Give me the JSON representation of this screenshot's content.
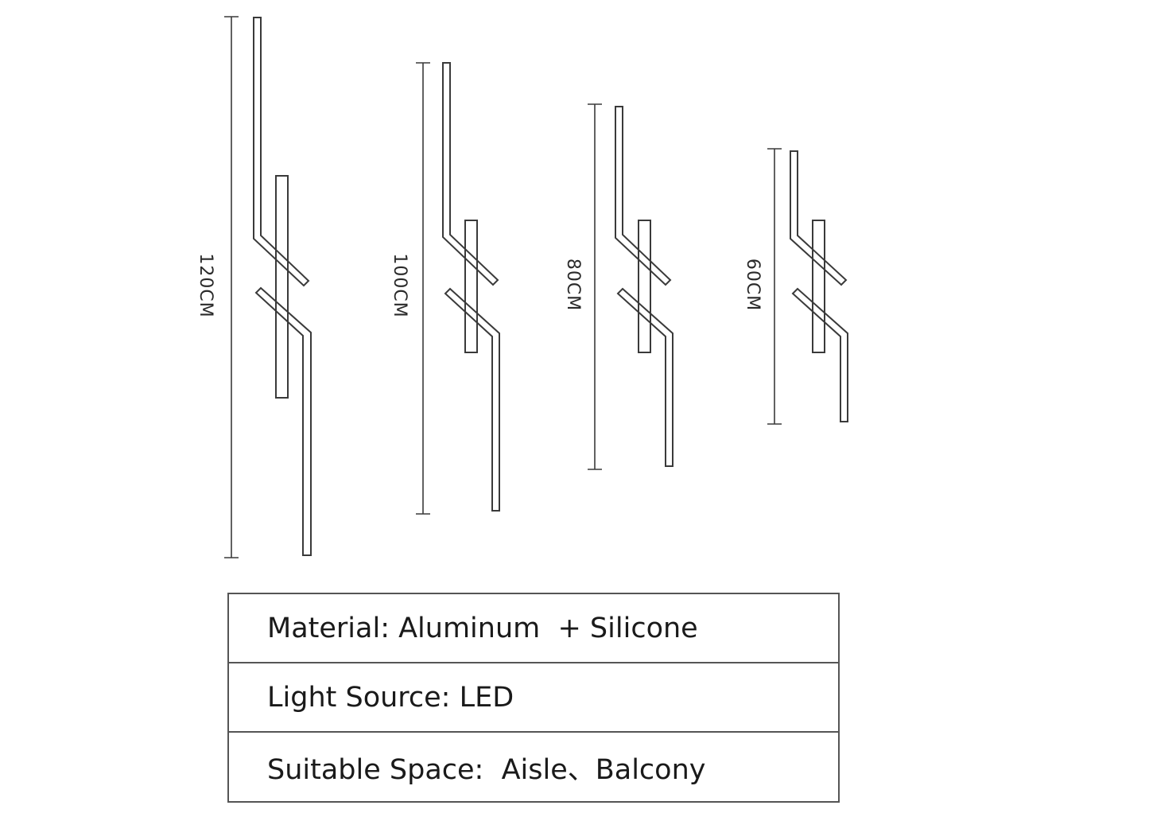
{
  "dimensions": [
    {
      "label": "120CM"
    },
    {
      "label": "100CM"
    },
    {
      "label": "80CM"
    },
    {
      "label": "60CM"
    }
  ],
  "specs": [
    {
      "text": "Material: Aluminum  + Silicone"
    },
    {
      "text": "Light Source: LED"
    },
    {
      "text": "Suitable Space:  Aisle、Balcony"
    }
  ],
  "colors": {
    "line": "#3a3a3a",
    "border": "#555555",
    "text": "#1a1a1a"
  }
}
